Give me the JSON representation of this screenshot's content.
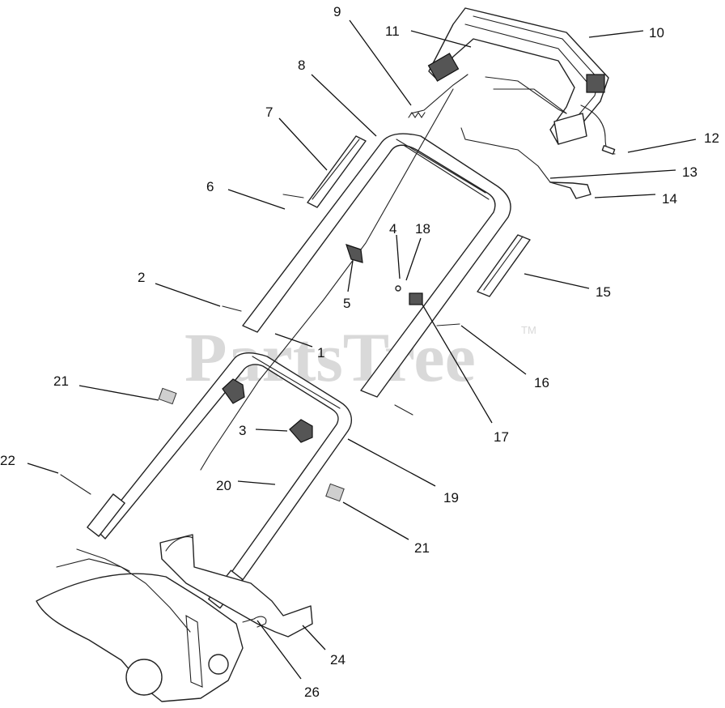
{
  "watermark": {
    "text": "PartsTree",
    "trademark": "TM"
  },
  "callouts": [
    {
      "id": "c9",
      "label": "9"
    },
    {
      "id": "c11",
      "label": "11"
    },
    {
      "id": "c10",
      "label": "10"
    },
    {
      "id": "c8",
      "label": "8"
    },
    {
      "id": "c7",
      "label": "7"
    },
    {
      "id": "c12",
      "label": "12"
    },
    {
      "id": "c13",
      "label": "13"
    },
    {
      "id": "c6",
      "label": "6"
    },
    {
      "id": "c14",
      "label": "14"
    },
    {
      "id": "c4",
      "label": "4"
    },
    {
      "id": "c18",
      "label": "18"
    },
    {
      "id": "c2",
      "label": "2"
    },
    {
      "id": "c5",
      "label": "5"
    },
    {
      "id": "c15",
      "label": "15"
    },
    {
      "id": "c1",
      "label": "1"
    },
    {
      "id": "c16",
      "label": "16"
    },
    {
      "id": "c21a",
      "label": "21"
    },
    {
      "id": "c3",
      "label": "3"
    },
    {
      "id": "c17",
      "label": "17"
    },
    {
      "id": "c22",
      "label": "22"
    },
    {
      "id": "c20",
      "label": "20"
    },
    {
      "id": "c19",
      "label": "19"
    },
    {
      "id": "c21b",
      "label": "21"
    },
    {
      "id": "c24",
      "label": "24"
    },
    {
      "id": "c26",
      "label": "26"
    }
  ]
}
